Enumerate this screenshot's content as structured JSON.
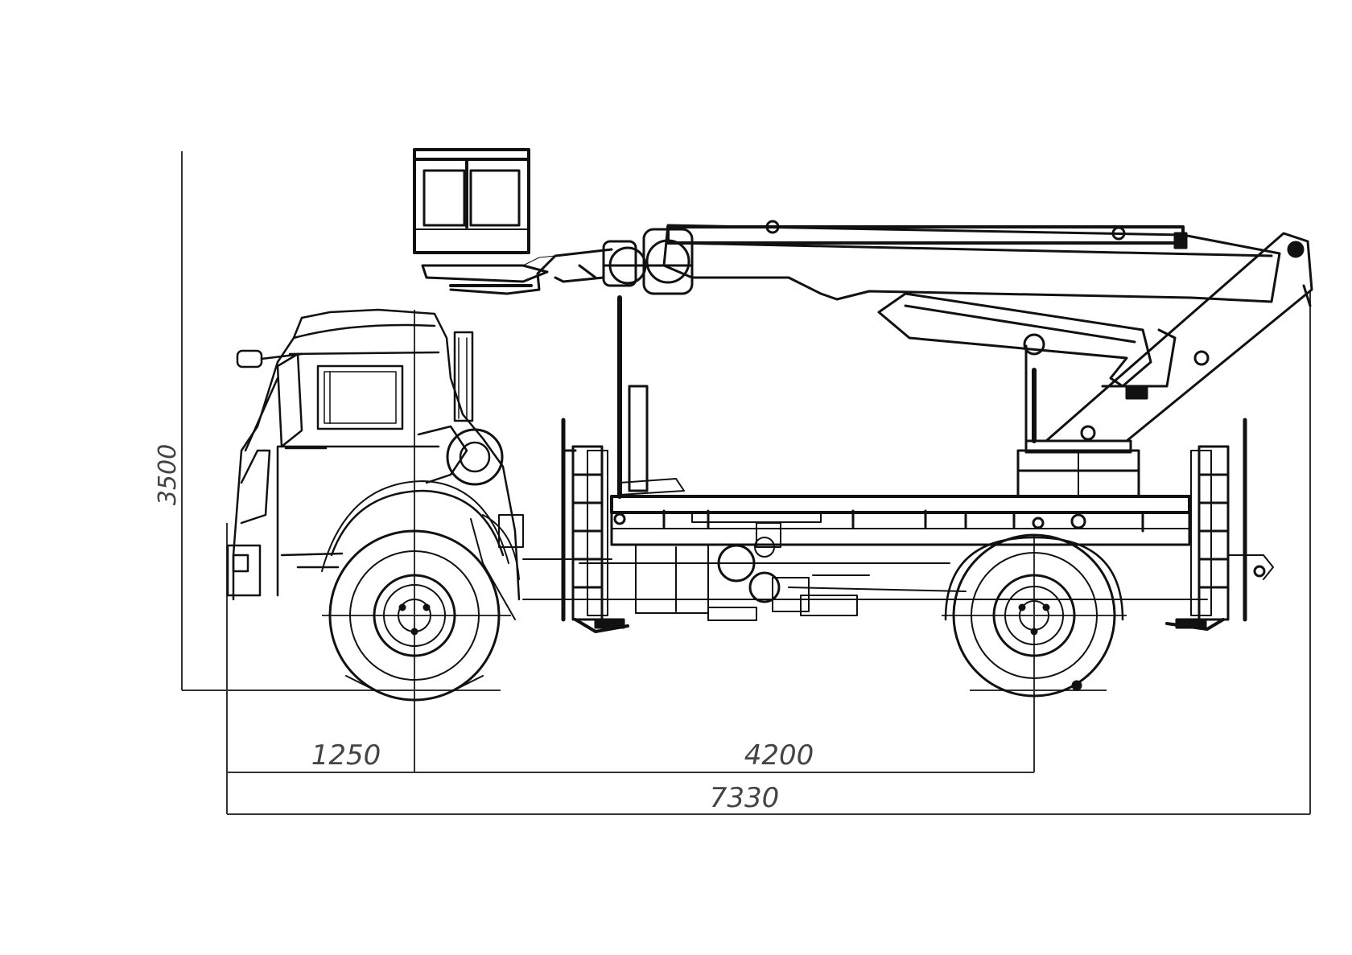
{
  "dimensions": {
    "height_label": "3500",
    "front_overhang_label": "1250",
    "wheelbase_label": "4200",
    "overall_length_label": "7330"
  },
  "colors": {
    "line": "#111111",
    "dim_line": "#333333",
    "fill": "#ffffff"
  }
}
